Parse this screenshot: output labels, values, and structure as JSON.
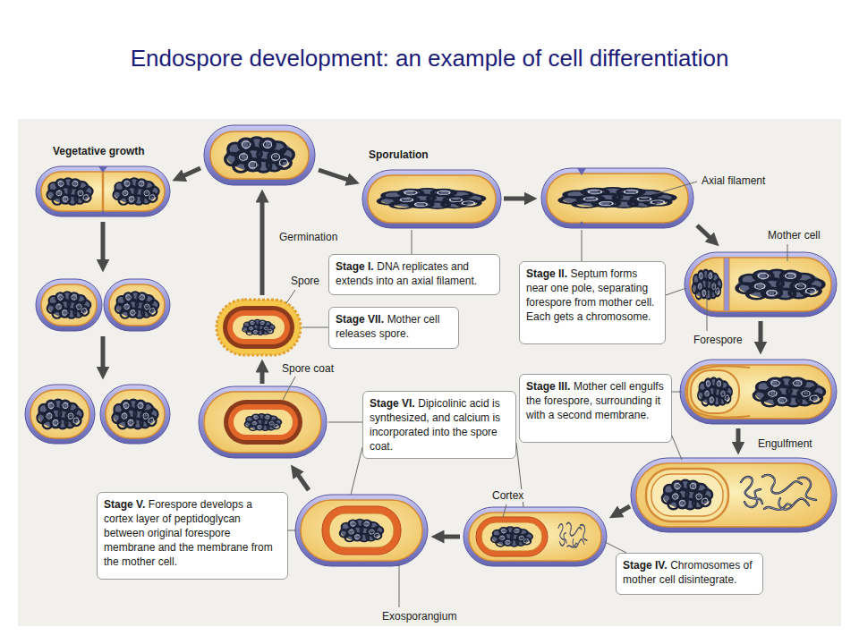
{
  "diagram": {
    "title": "Endospore development: an example of cell differentiation",
    "nodes": [
      {
        "text": [
          "Stage I.",
          "DNA replicates and extends into an axial filament."
        ]
      },
      {
        "text": [
          "Stage II.",
          "Septum forms near one pole, separating forespore from mother cell. Each gets a chromosome."
        ]
      },
      {
        "text": [
          "Stage VII.",
          "Mother cell releases spore."
        ]
      },
      {
        "text": [
          "Stage III.",
          "Mother cell engulfs the forespore, surrounding it with a second membrane."
        ]
      },
      {
        "text": [
          "Stage VI.",
          "Dipicolinic acid is synthesized, and calcium is incorporated into the spore coat."
        ]
      },
      {
        "text": [
          "Stage V.",
          "Forespore develops a cortex layer of peptidoglycan between original forespore membrane and the membrane from the mother cell."
        ]
      },
      {
        "text": [
          "Stage IV.",
          "Chromosomes of mother cell disintegrate."
        ]
      }
    ],
    "labels": [
      "Vegetative growth",
      "Sporulation",
      "Axial filament",
      "Germination",
      "Mother cell",
      "Spore",
      "Forespore",
      "Spore coat",
      "Engulfment",
      "Cortex",
      "Exosporangium"
    ]
  }
}
